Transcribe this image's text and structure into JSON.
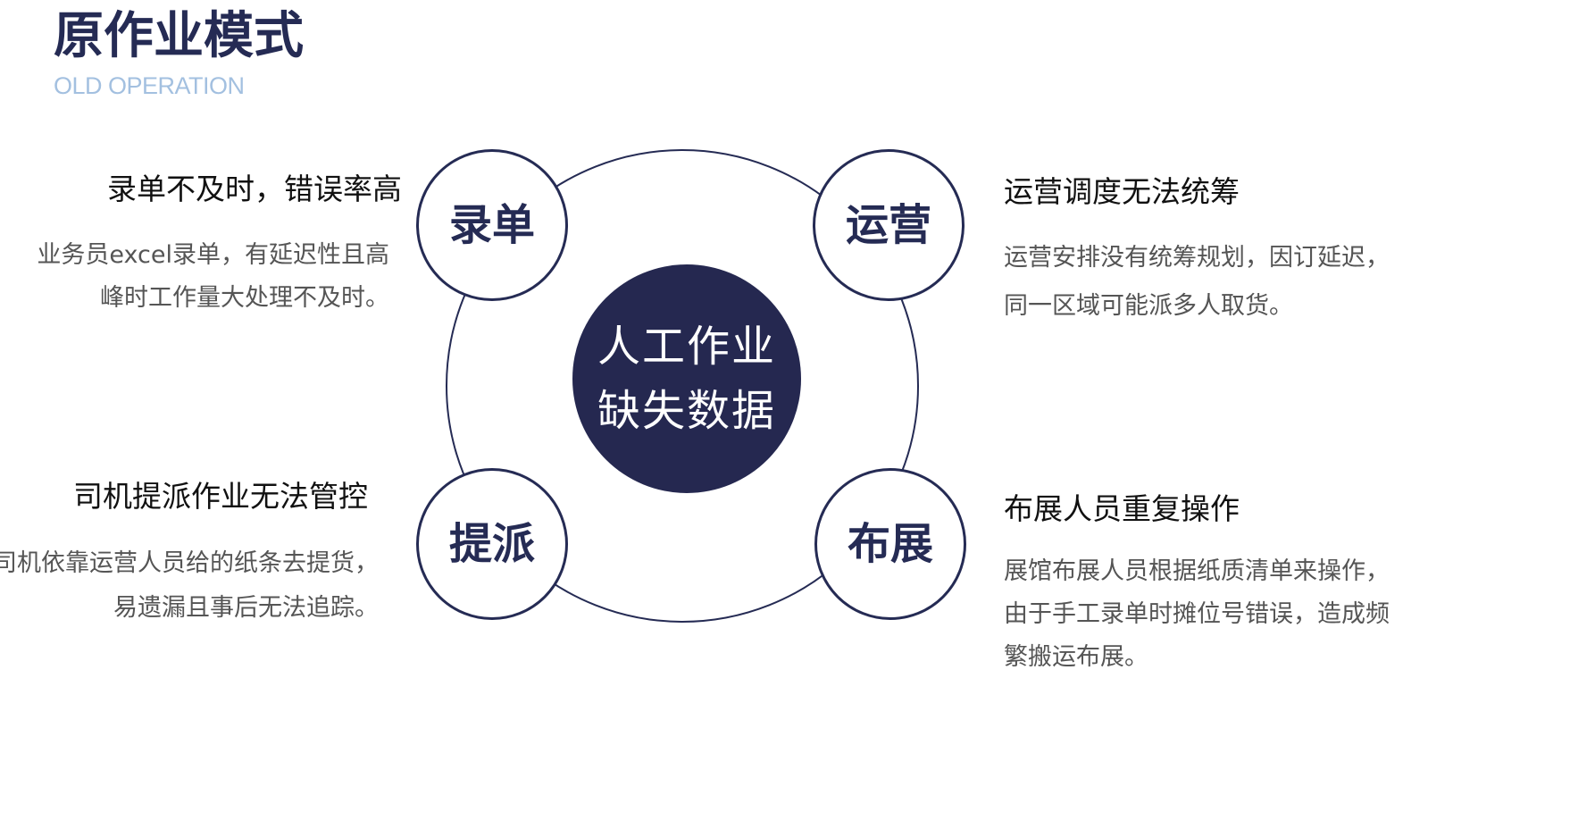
{
  "header": {
    "title": "原作业模式",
    "subtitle": "OLD OPERATION"
  },
  "center": {
    "line1": "人工作业",
    "line2": "缺失数据"
  },
  "nodes": {
    "top_left": {
      "label": "录单",
      "heading": "录单不及时，错误率高",
      "desc": [
        "业务员excel录单，有延迟性且高",
        "峰时工作量大处理不及时。"
      ]
    },
    "top_right": {
      "label": "运营",
      "heading": "运营调度无法统筹",
      "desc": [
        "运营安排没有统筹规划，因订延迟，",
        "同一区域可能派多人取货。"
      ]
    },
    "bottom_left": {
      "label": "提派",
      "heading": "司机提派作业无法管控",
      "desc": [
        "司机依靠运营人员给的纸条去提货，",
        "易遗漏且事后无法追踪。"
      ]
    },
    "bottom_right": {
      "label": "布展",
      "heading": "布展人员重复操作",
      "desc": [
        "展馆布展人员根据纸质清单来操作，",
        "由于手工录单时摊位号错误，造成频",
        "繁搬运布展。"
      ]
    }
  },
  "colors": {
    "navy": "#252b54",
    "subtitle": "#a3c0e0",
    "heading": "#111111",
    "body": "#555555"
  }
}
